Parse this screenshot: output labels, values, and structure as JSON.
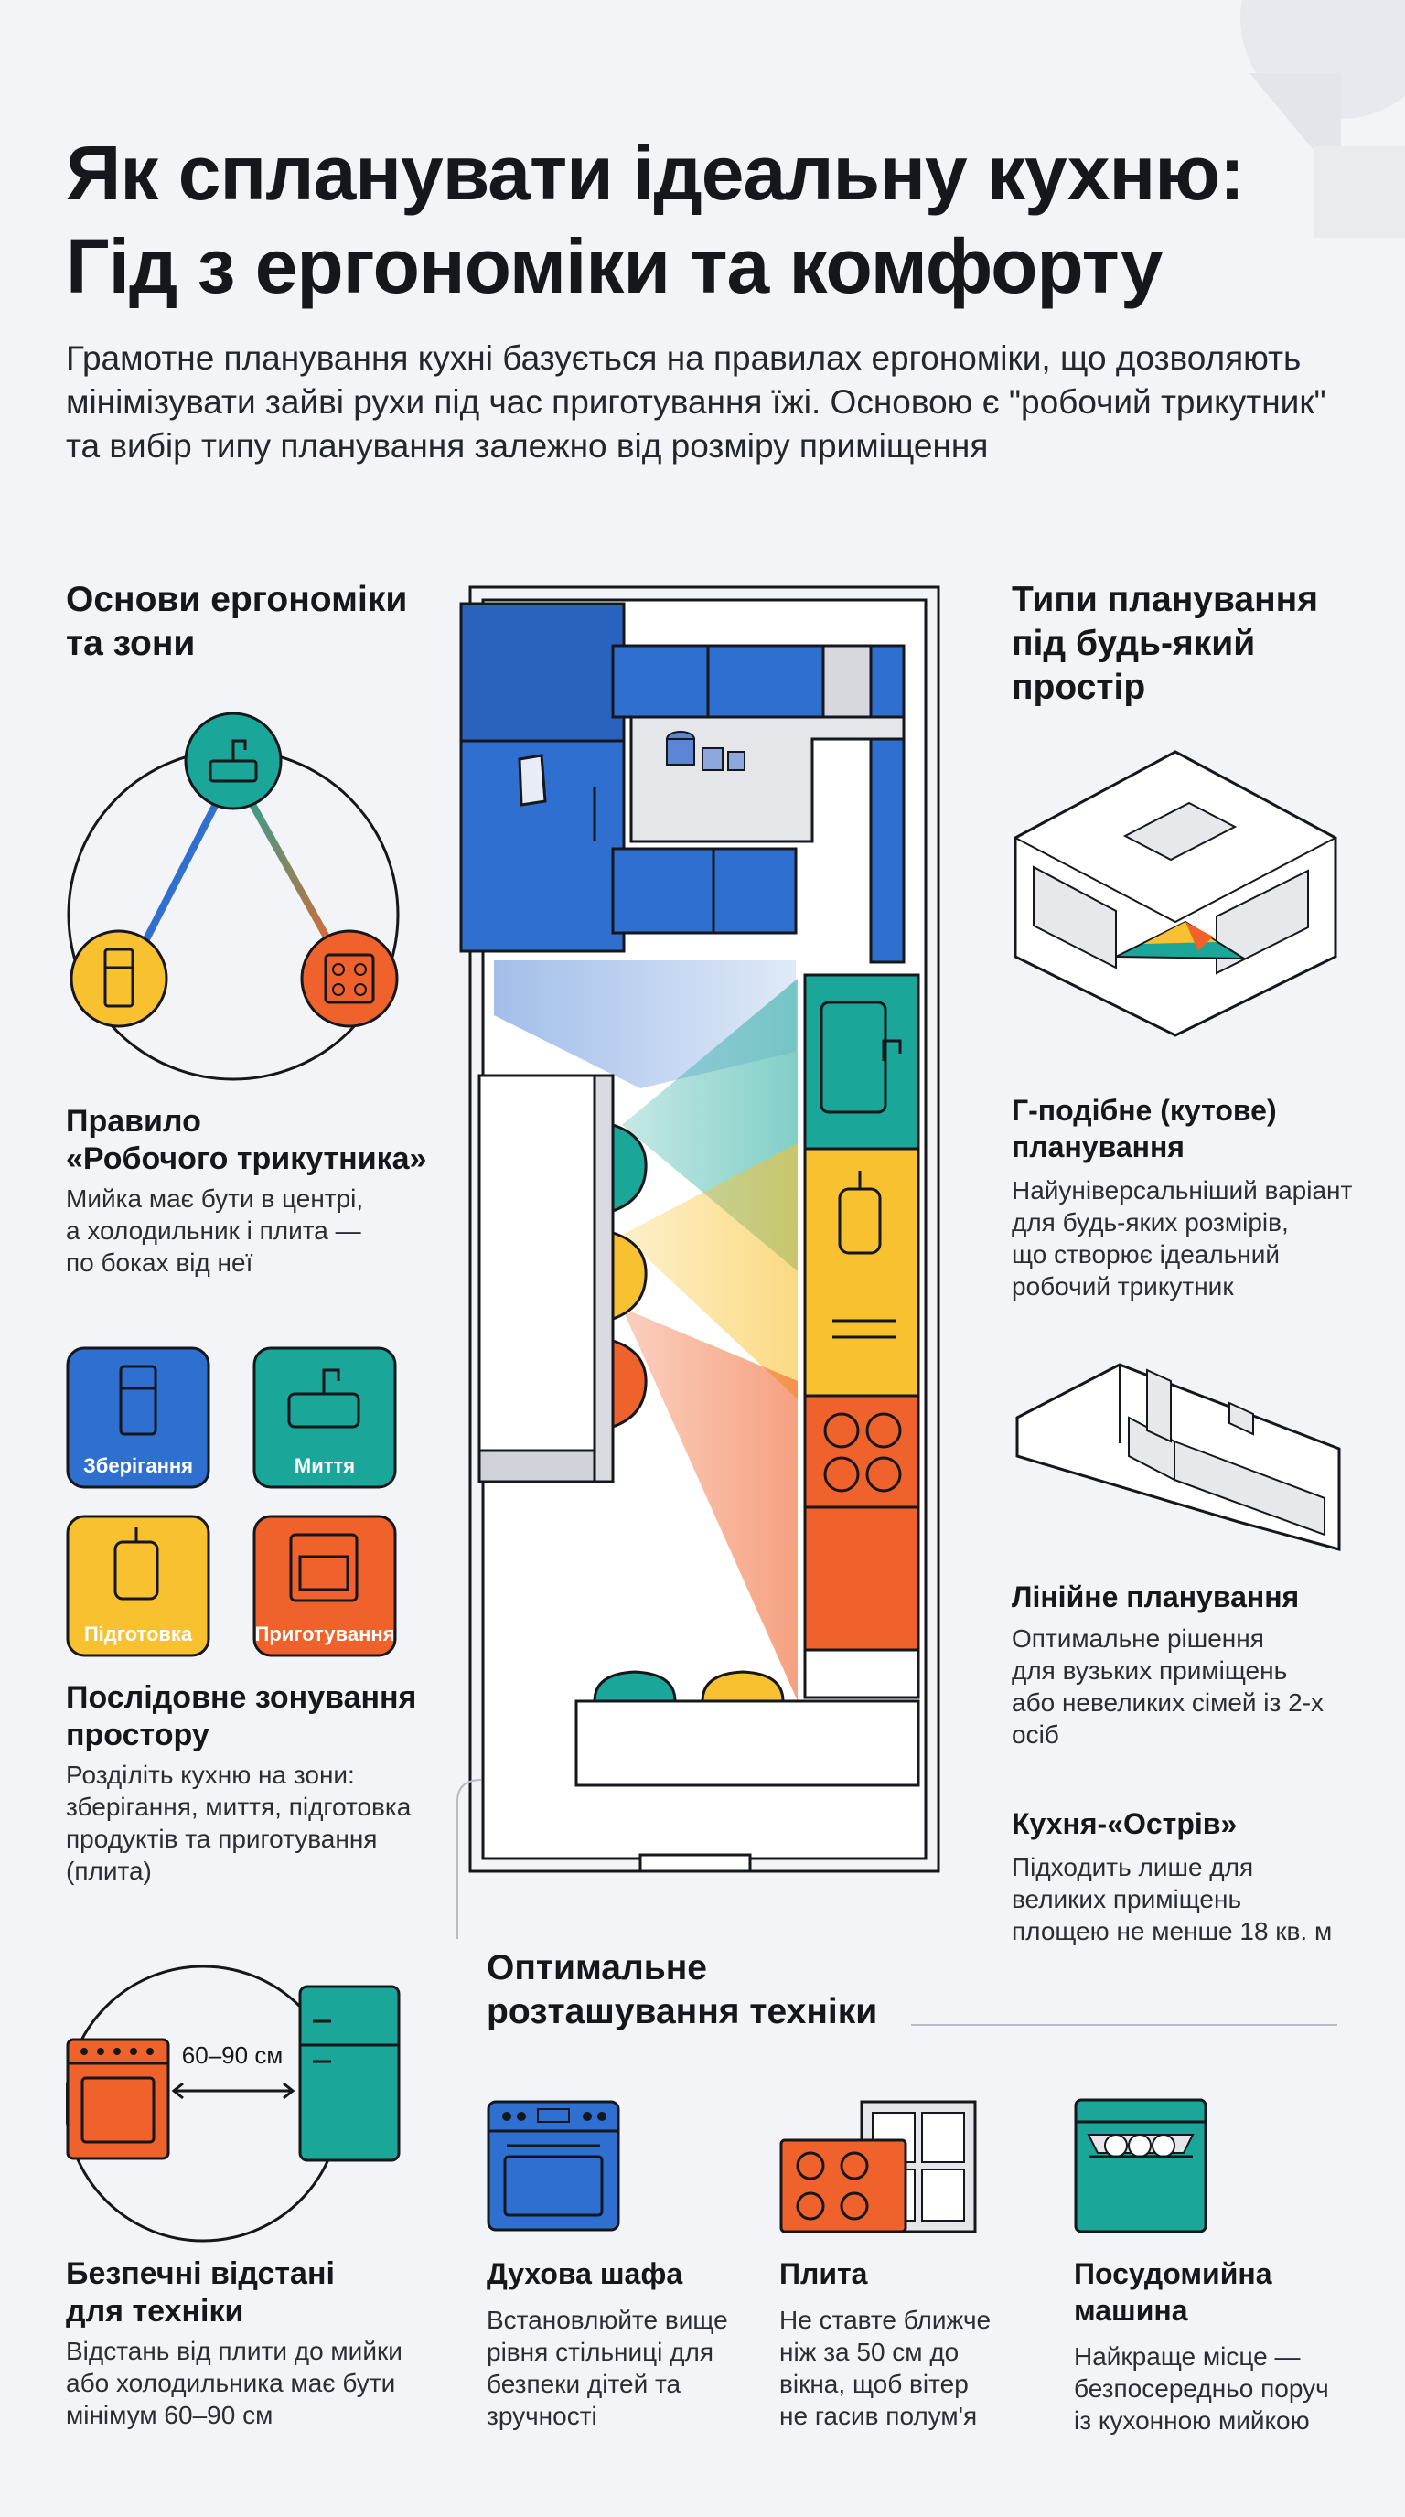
{
  "title": {
    "line1": "Як спланувати ідеальну кухню:",
    "line2": "Гід з ергономіки та комфорту"
  },
  "intro": "Грамотне планування кухні базується на правилах ергономіки, що дозволяють мінімізувати зайві рухи під час приготування їжі. Основою є \"робочий трикутник\" та вибір типу планування залежно від розміру приміщення",
  "left": {
    "heading_line1": "Основи ергономіки",
    "heading_line2": "та зони",
    "triangle_rule": {
      "title_line1": "Правило",
      "title_line2": "«Робочого трикутника»",
      "text_line1": "Мийка має бути в центрі,",
      "text_line2": "а холодильник і плита —",
      "text_line3": "по боках від неї"
    },
    "zones": [
      {
        "label": "Зберігання",
        "color": "#2f6fd0"
      },
      {
        "label": "Миття",
        "color": "#1aa79a"
      },
      {
        "label": "Підготовка",
        "color": "#f7c12f"
      },
      {
        "label": "Приготування",
        "color": "#f0622b"
      }
    ],
    "zoning": {
      "title_line1": "Послідовне зонування",
      "title_line2": "простору",
      "text_line1": "Розділіть кухню на зони:",
      "text_line2": "зберігання, миття, підготовка",
      "text_line3": "продуктів та приготування",
      "text_line4": "(плита)"
    },
    "distance_label": "60–90 см",
    "safe": {
      "title_line1": "Безпечні відстані",
      "title_line2": "для техніки",
      "text_line1": "Відстань від плити до мийки",
      "text_line2": "або холодильника має бути",
      "text_line3": "мінімум 60–90 см"
    }
  },
  "right": {
    "heading_line1": "Типи планування",
    "heading_line2": "під будь-який",
    "heading_line3": "простір",
    "l_shape": {
      "title_line1": "Г-подібне (кутове)",
      "title_line2": "планування",
      "text_line1": "Найуніверсальніший варіант",
      "text_line2": "для будь-яких розмірів,",
      "text_line3": "що створює ідеальний",
      "text_line4": "робочий трикутник"
    },
    "linear": {
      "title": "Лінійне планування",
      "text_line1": "Оптимальне рішення",
      "text_line2": "для вузьких приміщень",
      "text_line3": "або невеликих сімей із 2-х",
      "text_line4": "осіб"
    },
    "island": {
      "title": "Кухня-«Острів»",
      "text_line1": "Підходить лише для",
      "text_line2": "великих приміщень",
      "text_line3": "площею не менше 18 кв. м"
    }
  },
  "appliances": {
    "heading_line1": "Оптимальне",
    "heading_line2": "розташування техніки",
    "items": [
      {
        "title_line1": "Духова шафа",
        "title_line2": "",
        "text_line1": "Встановлюйте вище",
        "text_line2": "рівня стільниці для",
        "text_line3": "безпеки дітей та",
        "text_line4": "зручності"
      },
      {
        "title_line1": "Плита",
        "title_line2": "",
        "text_line1": "Не ставте ближче",
        "text_line2": "ніж за 50 см до",
        "text_line3": "вікна, щоб вітер",
        "text_line4": "не гасив полум'я"
      },
      {
        "title_line1": "Посудомийна",
        "title_line2": "машина",
        "text_line1": "Найкраще місце —",
        "text_line2": "безпосередньо поруч",
        "text_line3": "із кухонною мийкою",
        "text_line4": ""
      }
    ]
  },
  "colors": {
    "blue": "#2f6fd0",
    "teal": "#1aa79a",
    "yellow": "#f7c12f",
    "orange": "#f0622b",
    "dark": "#15171c"
  }
}
